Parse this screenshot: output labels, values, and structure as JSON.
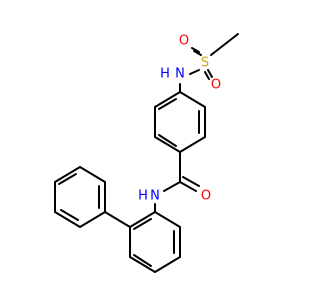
{
  "colors": {
    "bond": "#000000",
    "N": "#0000ff",
    "O": "#ff0000",
    "S": "#ccaa00",
    "H": "#0000ff"
  },
  "atom_labels": {
    "sulfonamide_nh": "H",
    "sulfonamide_n": "N",
    "sulfur": "S",
    "sulfonyl_o_left": "O",
    "sulfonyl_o_right": "O",
    "amide_o": "O",
    "amide_n": "N",
    "amide_nh": "H"
  }
}
